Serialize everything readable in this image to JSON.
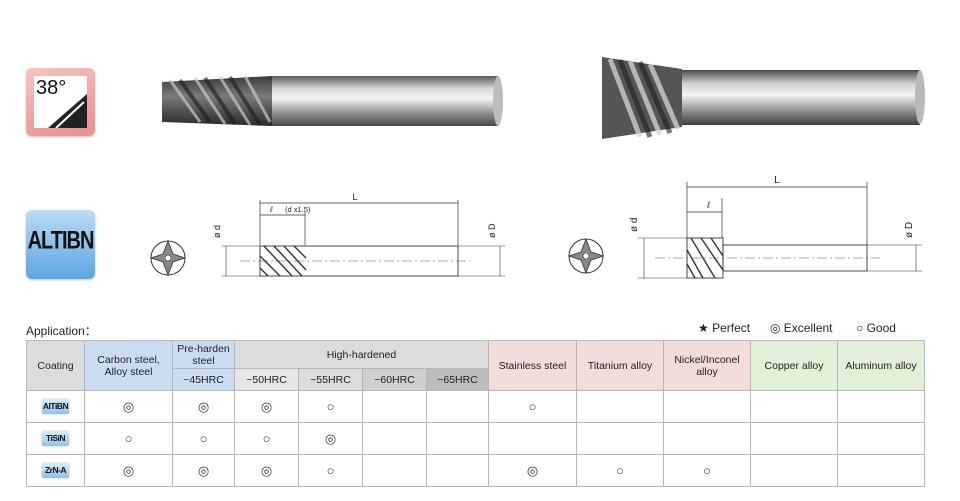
{
  "badges": {
    "angle_text": "38°",
    "coating_text": "ALTIBN"
  },
  "drawings": {
    "left": {
      "length_label": "L",
      "flute_label": "(d x1.5)",
      "d_label": "ø d",
      "D_label": "ø D"
    },
    "right": {
      "length_label": "L",
      "d_label": "ø d",
      "D_label": "ø D"
    }
  },
  "application_label": "Application：",
  "legend": {
    "perfect": "★ Perfect",
    "excellent": "◎ Excellent",
    "good": "○ Good"
  },
  "table": {
    "headers": {
      "coating": "Coating",
      "carbon": "Carbon steel,\nAlloy steel",
      "pre": "Pre-harden\nsteel",
      "pre_sub": "~45HRC",
      "high": "High-hardened",
      "h50": "~50HRC",
      "h55": "~55HRC",
      "h60": "~60HRC",
      "h65": "~65HRC",
      "stainless": "Stainless steel",
      "titanium": "Titanium alloy",
      "nickel": "Nickel/Inconel\nalloy",
      "copper": "Copper alloy",
      "aluminum": "Aluminum alloy"
    },
    "rows": [
      {
        "coating": "AlTiBN",
        "cells": [
          "◎",
          "◎",
          "◎",
          "○",
          "",
          "",
          "○",
          "",
          "",
          "",
          ""
        ]
      },
      {
        "coating": "TiSiN",
        "cells": [
          "○",
          "○",
          "○",
          "◎",
          "",
          "",
          "",
          "",
          "",
          "",
          ""
        ]
      },
      {
        "coating": "ZrN-A",
        "cells": [
          "◎",
          "◎",
          "◎",
          "○",
          "",
          "",
          "◎",
          "○",
          "○",
          "",
          ""
        ]
      }
    ]
  }
}
